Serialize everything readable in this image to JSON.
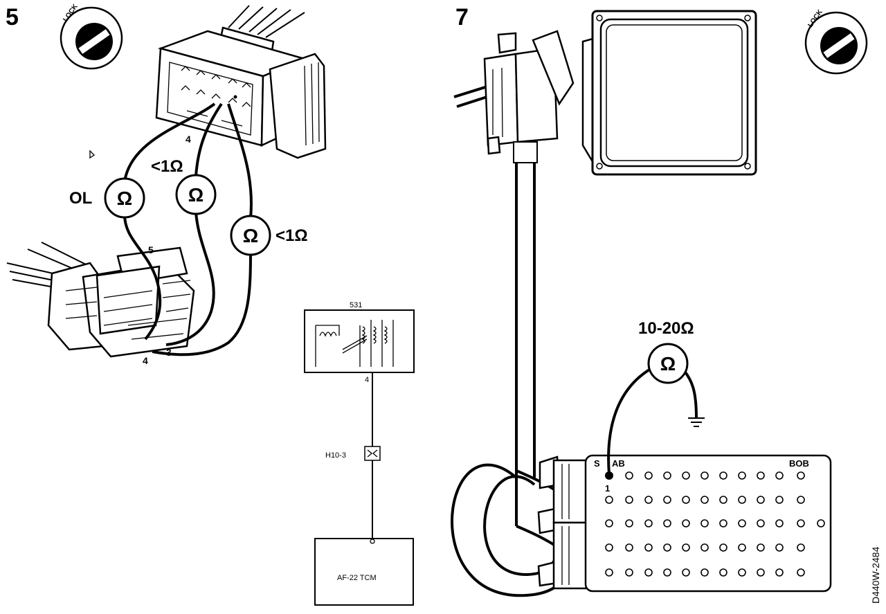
{
  "step_left": {
    "number": "5"
  },
  "step_right": {
    "number": "7"
  },
  "ohm_symbol": "Ω",
  "lock_label": "LOCK",
  "left_panel": {
    "measurements": {
      "ol": "OL",
      "lt1_top": "<1Ω",
      "lt1_right": "<1Ω"
    },
    "pins": {
      "top_connector_pin": "4",
      "harness_pin_a": "5",
      "harness_pin_b": "4",
      "harness_pin_c": "3"
    }
  },
  "schematic": {
    "component_number": "531",
    "pin_label": "4",
    "connector_label": "H10-3",
    "module_label": "AF-22 TCM"
  },
  "right_panel": {
    "resistance": "10-20Ω",
    "breakout_box": {
      "label": "BOB",
      "pin_s": "S",
      "pin_ab": "AB",
      "pin_1": "1"
    }
  },
  "figure_code": "D440W-2484"
}
